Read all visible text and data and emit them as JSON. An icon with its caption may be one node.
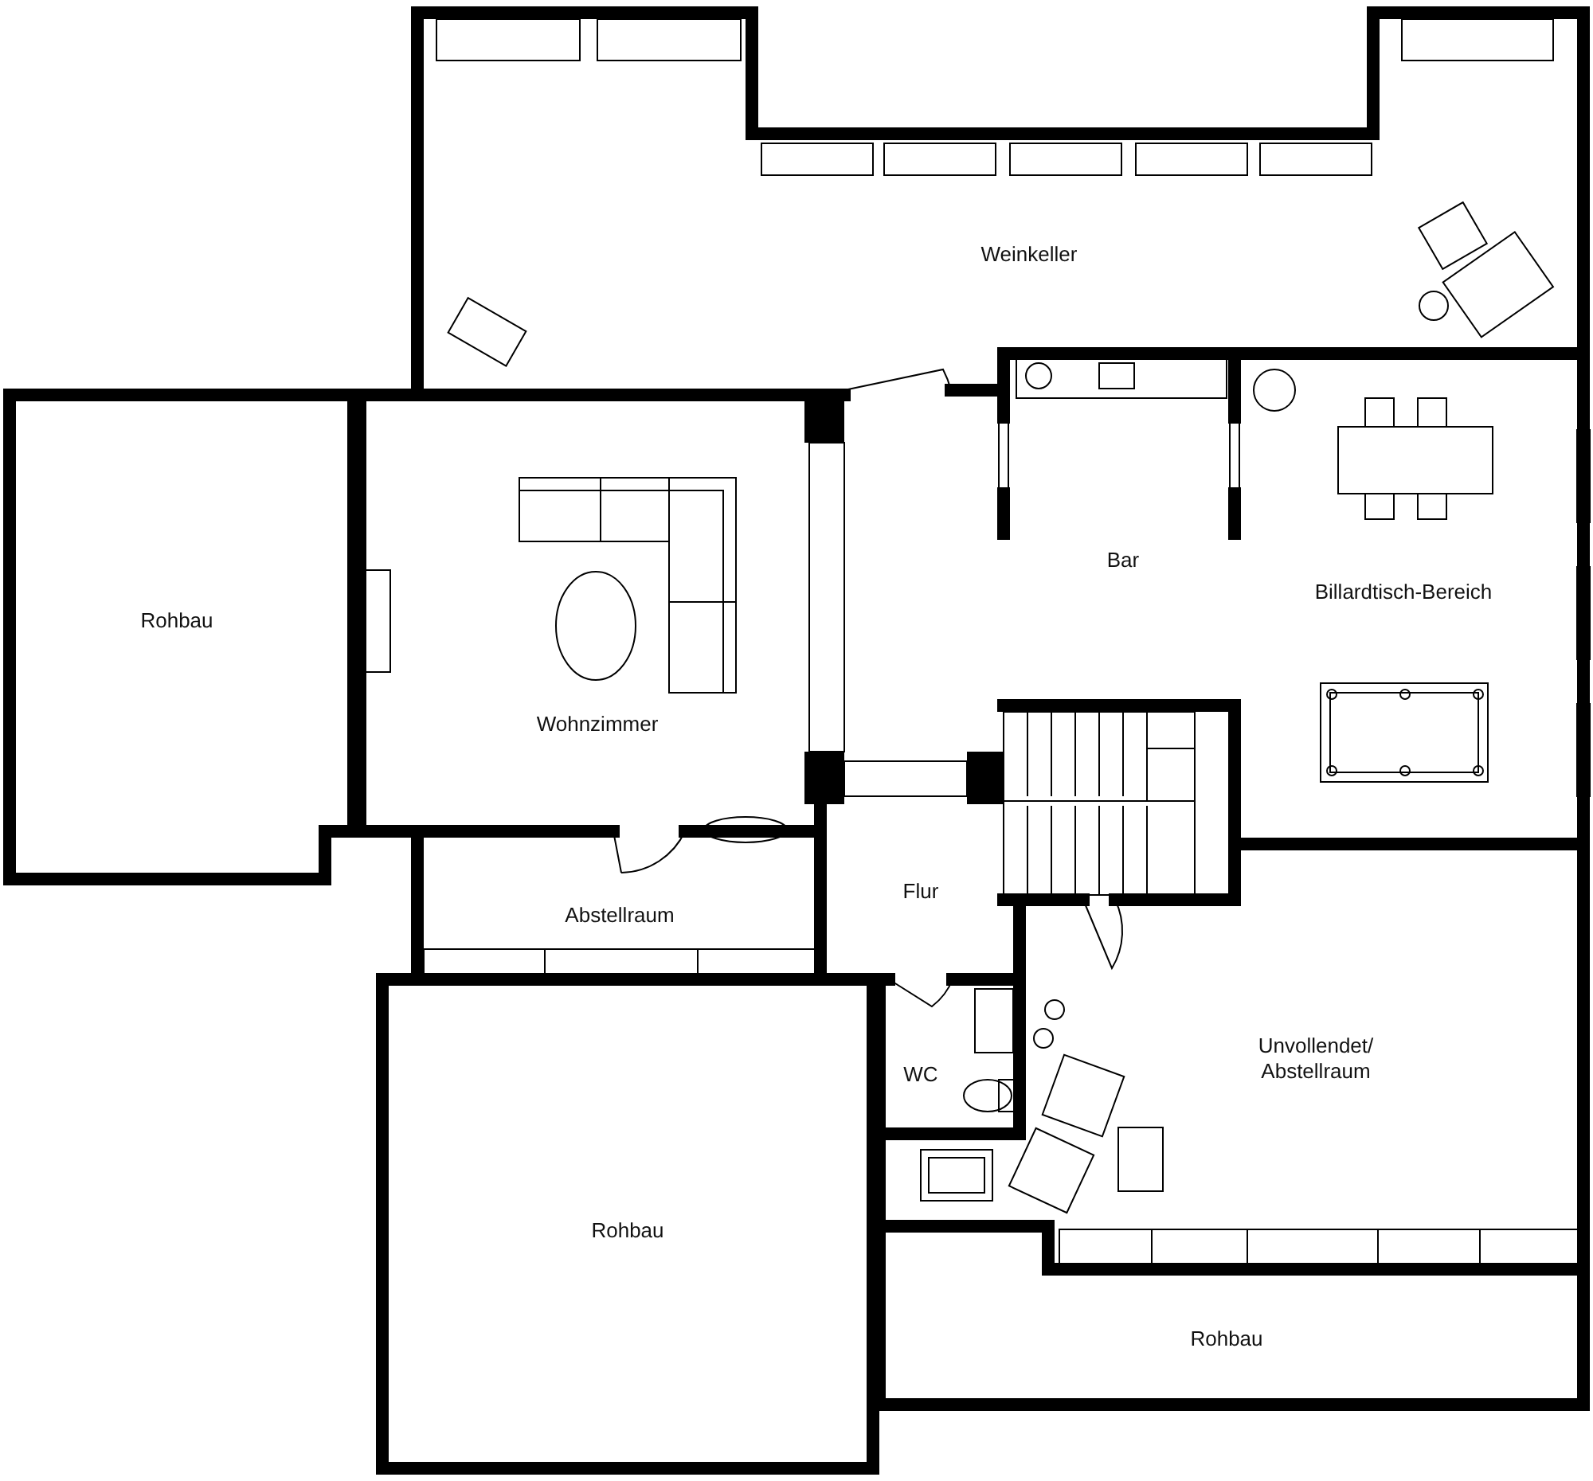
{
  "diagram": {
    "nodes": [
      {
        "text": [
          "Weinkeller"
        ]
      },
      {
        "text": [
          "Bar"
        ]
      },
      {
        "text": [
          "Billardtisch-Bereich"
        ]
      },
      {
        "text": [
          "Rohbau"
        ]
      },
      {
        "text": [
          "Wohnzimmer"
        ]
      },
      {
        "text": [
          "Flur"
        ]
      },
      {
        "text": [
          "Abstellraum"
        ]
      },
      {
        "text": [
          "Unvollendet/ Abstellraum"
        ]
      },
      {
        "text": [
          "WC"
        ]
      },
      {
        "text": [
          "Rohbau"
        ]
      },
      {
        "text": [
          "Rohbau"
        ]
      }
    ]
  }
}
